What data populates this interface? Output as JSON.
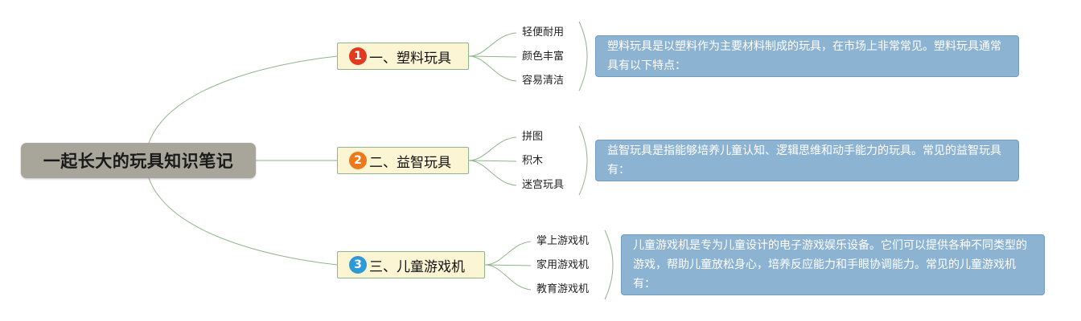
{
  "root": {
    "label": "一起长大的玩具知识笔记"
  },
  "topics": [
    {
      "number": "1",
      "label": "一、塑料玩具",
      "badge_color": "#e23a1f",
      "subtopics": [
        "轻便耐用",
        "颜色丰富",
        "容易清洁"
      ],
      "note": "塑料玩具是以塑料作为主要材料制成的玩具，在市场上非常常见。塑料玩具通常具有以下特点："
    },
    {
      "number": "2",
      "label": "二、益智玩具",
      "badge_color": "#ec7a1c",
      "subtopics": [
        "拼图",
        "积木",
        "迷宫玩具"
      ],
      "note": "益智玩具是指能够培养儿童认知、逻辑思维和动手能力的玩具。常见的益智玩具有："
    },
    {
      "number": "3",
      "label": "三、儿童游戏机",
      "badge_color": "#2f9bd6",
      "subtopics": [
        "掌上游戏机",
        "家用游戏机",
        "教育游戏机"
      ],
      "note": "儿童游戏机是专为儿童设计的电子游戏娱乐设备。它们可以提供各种不同类型的游戏，帮助儿童放松身心，培养反应能力和手眼协调能力。常见的儿童游戏机有："
    }
  ],
  "colors": {
    "line": "#8fb58c",
    "root_bg": "#a8a69a",
    "topic_bg": "#fcf5d4",
    "note_bg": "#8db3d2"
  }
}
